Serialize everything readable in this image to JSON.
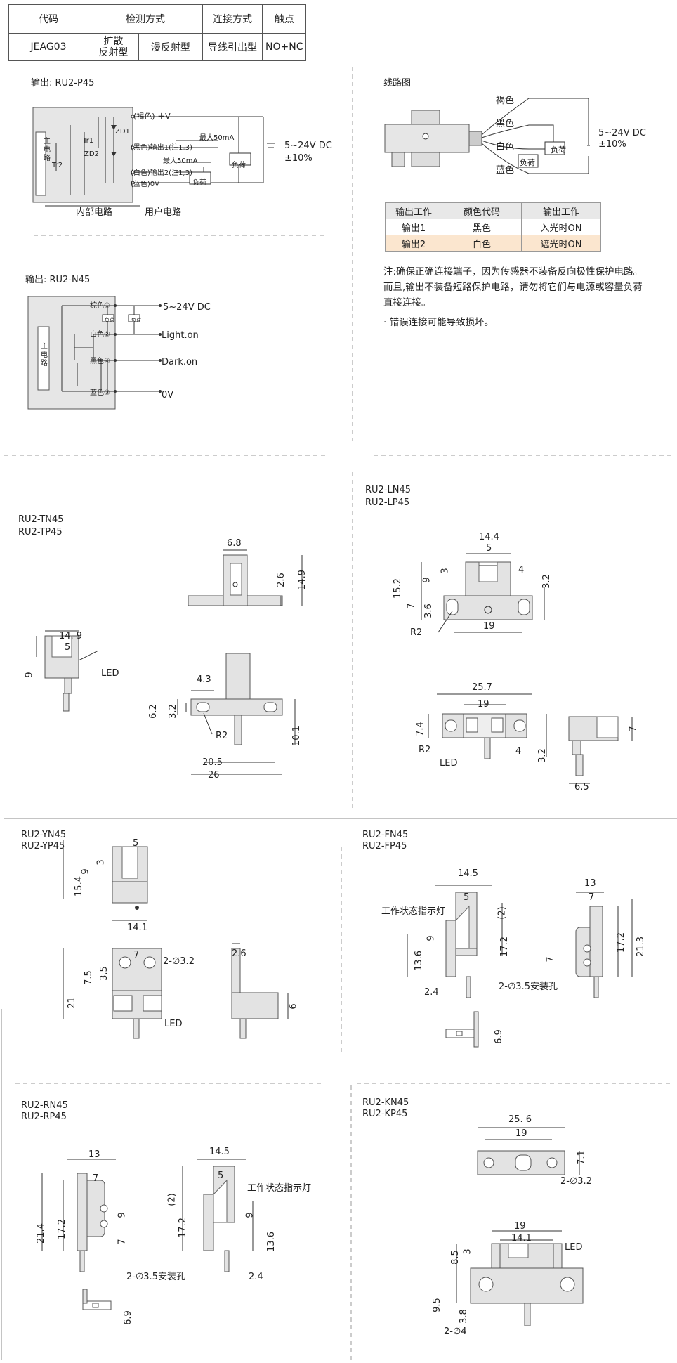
{
  "spec_table": {
    "headers": [
      "代码",
      "检测方式",
      "",
      "连接方式",
      "触点"
    ],
    "row": {
      "code": "JEAG03",
      "method_a": "扩散\n反射型",
      "method_b": "漫反射型",
      "connection": "导线引出型",
      "contact": "NO+NC"
    }
  },
  "p45": {
    "title": "输出: RU2-P45",
    "main_circuit": "主电路",
    "brown": "(褐色) ＋V",
    "black": "(黑色)输出1(注1,3)",
    "white": "(白色)输出2(注1,3)",
    "blue": "(蓝色)0V",
    "max1": "最大50mA",
    "max2": "最大50mA",
    "load": "负荷",
    "supply": "5~24V DC",
    "tol": "±10%",
    "tr1": "Tr1",
    "tr2": "Tr2",
    "zd1": "ZD1",
    "zd2": "ZD2",
    "internal": "内部电路",
    "user": "用户电路"
  },
  "wiring": {
    "title": "线路图",
    "brown": "褐色",
    "black": "黑色",
    "white": "白色",
    "blue": "蓝色",
    "load": "负荷",
    "supply": "5~24V DC",
    "tol": "±10%"
  },
  "out_table": {
    "headers": [
      "输出工作",
      "颜色代码",
      "输出工作"
    ],
    "rows": [
      [
        "输出1",
        "黑色",
        "入光时ON"
      ],
      [
        "输出2",
        "白色",
        "遮光时ON"
      ]
    ]
  },
  "notes": {
    "note1": "注:确保正确连接端子，因为传感器不装备反向极性保护电路。",
    "note2": "而且,输出不装备短路保护电路，请勿将它们与电源或容量负荷",
    "note3": "直接连接。",
    "note4": "· 错误连接可能导致损坏。"
  },
  "n45": {
    "title": "输出: RU2-N45",
    "main_circuit": "主电路",
    "brown": "棕色①",
    "white": "白色②",
    "black": "黑色④",
    "blue": "蓝色③",
    "load": "负荷",
    "supply": "5~24V  DC",
    "light": "Light.on",
    "dark": "Dark.on",
    "zero": "0V"
  },
  "tn45": {
    "l1": "RU2-TN45",
    "l2": "RU2-TP45",
    "d1": "6.8",
    "d2": "2.6",
    "d3": "14.9",
    "d4": "14. 9",
    "d5": "5",
    "d6": "9",
    "led": "LED",
    "d7": "4.3",
    "d8": "6.2",
    "d9": "3.2",
    "r2": "R2",
    "d10": "10.1",
    "d11": "20.5",
    "d12": "26"
  },
  "ln45": {
    "l1": "RU2-LN45",
    "l2": "RU2-LP45",
    "d1": "14.4",
    "d2": "5",
    "d3": "3",
    "d4": "4",
    "d5": "15.2",
    "d6": "9",
    "d7": "3.2",
    "d8": "7",
    "d9": "3.6",
    "d10": "19",
    "r2": "R2",
    "d11": "25.7",
    "d12": "19",
    "d13": "7.4",
    "d14": "R2",
    "led": "LED",
    "d15": "4",
    "d16": "3.2",
    "d17": "7",
    "d18": "6.5"
  },
  "yn45": {
    "l1": "RU2-YN45",
    "l2": "RU2-YP45",
    "d1": "5",
    "d2": "3",
    "d3": "9",
    "d4": "15.4",
    "d5": "14.1",
    "d6": "7",
    "d7": "2-∅3.2",
    "d8": "7.5",
    "d9": "3.5",
    "d10": "21",
    "led": "LED",
    "d11": "2.6",
    "d12": "6"
  },
  "fn45": {
    "l1": "RU2-FN45",
    "l2": "RU2-FP45",
    "d1": "14.5",
    "d2": "5",
    "ind": "工作状态指示灯",
    "d3": "(2)",
    "d4": "9",
    "d5": "17.2",
    "d6": "13.6",
    "d7": "2.4",
    "d8": "13",
    "d9": "7",
    "d10": "17.2",
    "d11": "21.3",
    "d12": "7",
    "hole": "2-∅3.5安装孔",
    "d13": "6.9"
  },
  "rn45": {
    "l1": "RU2-RN45",
    "l2": "RU2-RP45",
    "d1": "13",
    "d2": "7",
    "d3": "21.4",
    "d4": "17.2",
    "d5": "9",
    "d6": "7",
    "hole": "2-∅3.5安装孔",
    "d7": "6.9",
    "d8": "14.5",
    "d9": "5",
    "ind": "工作状态指示灯",
    "d10": "(2)",
    "d11": "9",
    "d12": "17.2",
    "d13": "13.6",
    "d14": "2.4"
  },
  "kn45": {
    "l1": "RU2-KN45",
    "l2": "RU2-KP45",
    "d1": "25. 6",
    "d2": "19",
    "d3": "7.1",
    "d4": "2-∅3.2",
    "d5": "19",
    "d6": "14.1",
    "led": "LED",
    "d7": "3",
    "d8": "8.5",
    "d9": "9.5",
    "d10": "3.8",
    "d11": "2-∅4"
  }
}
